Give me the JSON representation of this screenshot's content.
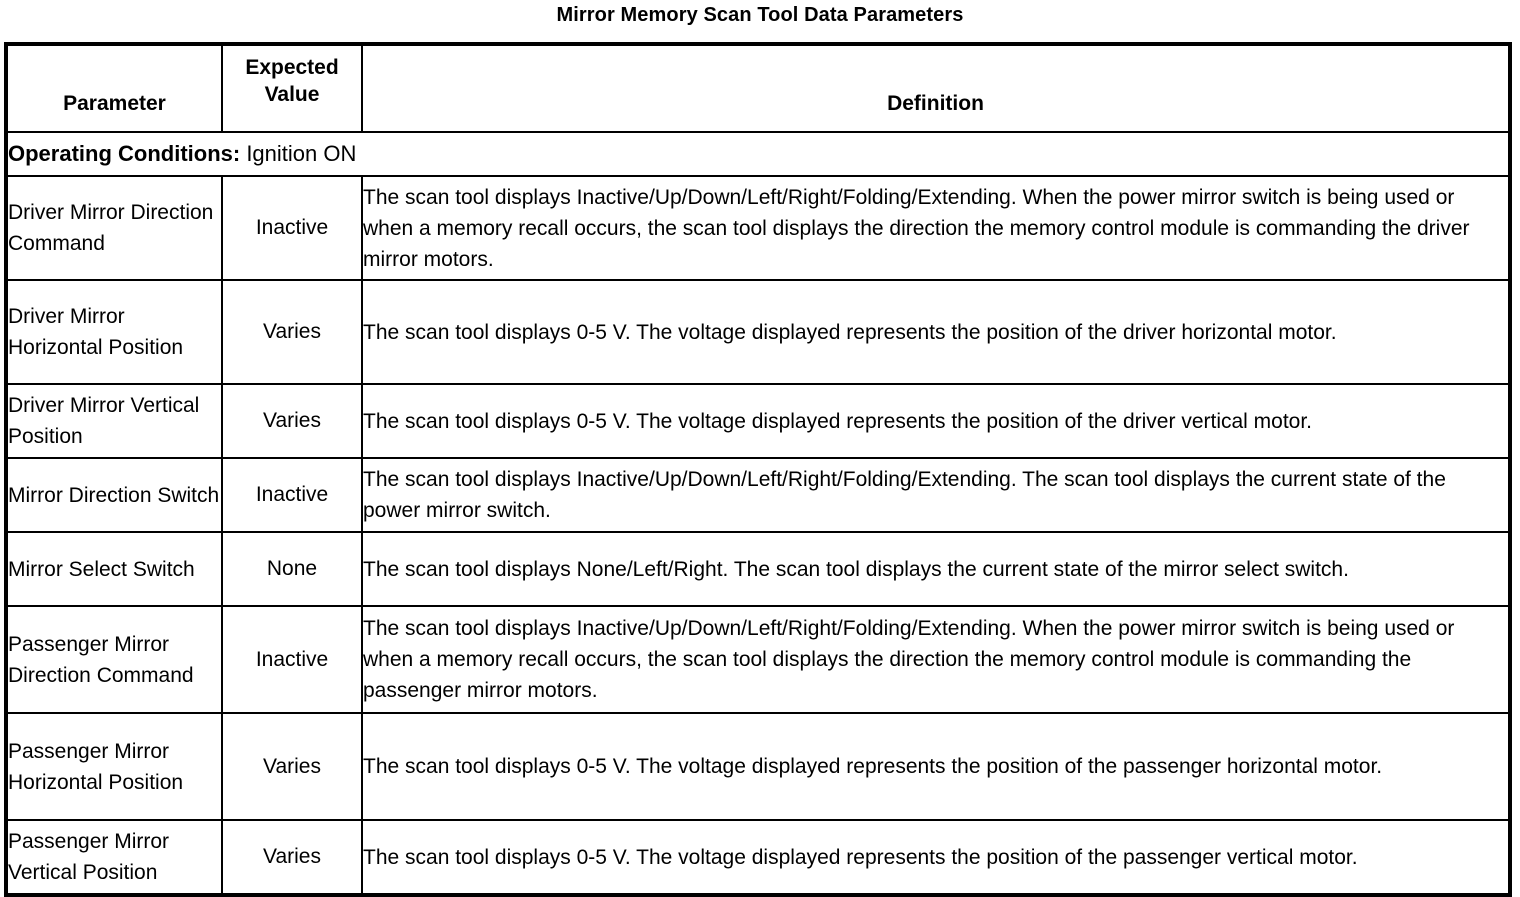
{
  "document": {
    "title": "Mirror Memory Scan Tool Data Parameters"
  },
  "table": {
    "columns": [
      {
        "id": "parameter",
        "header": "Parameter"
      },
      {
        "id": "expected_value",
        "header_line1": "Expected",
        "header_line2": "Value"
      },
      {
        "id": "definition",
        "header": "Definition"
      }
    ],
    "operating_conditions": {
      "label": "Operating Conditions:",
      "value": " Ignition ON"
    },
    "rows": [
      {
        "parameter": "Driver Mirror Direction Command",
        "expected_value": "Inactive",
        "definition": "The scan tool displays Inactive/Up/Down/Left/Right/Folding/Extending. When the power mirror switch is being used or when a memory recall occurs, the scan tool displays the direction the memory control module is commanding the driver mirror motors."
      },
      {
        "parameter": "Driver Mirror Horizontal Position",
        "expected_value": "Varies",
        "definition": "The scan tool displays 0-5 V. The voltage displayed represents the position of the driver horizontal motor."
      },
      {
        "parameter": "Driver Mirror Vertical Position",
        "expected_value": "Varies",
        "definition": "The scan tool displays 0-5 V. The voltage displayed represents the position of the driver vertical motor."
      },
      {
        "parameter": "Mirror Direction Switch",
        "expected_value": "Inactive",
        "definition": "The scan tool displays Inactive/Up/Down/Left/Right/Folding/Extending. The scan tool displays the current state of the power mirror switch."
      },
      {
        "parameter": "Mirror Select Switch",
        "expected_value": "None",
        "definition": "The scan tool displays None/Left/Right. The scan tool displays the current state of the mirror select switch."
      },
      {
        "parameter": "Passenger Mirror Direction Command",
        "expected_value": "Inactive",
        "definition": "The scan tool displays Inactive/Up/Down/Left/Right/Folding/Extending. When the power mirror switch is being used or when a memory recall occurs, the scan tool displays the direction the memory control module is commanding the passenger mirror motors."
      },
      {
        "parameter": "Passenger Mirror Horizontal Position",
        "expected_value": "Varies",
        "definition": "The scan tool displays 0-5 V. The voltage displayed represents the position of the passenger horizontal motor."
      },
      {
        "parameter": "Passenger Mirror Vertical Position",
        "expected_value": "Varies",
        "definition": "The scan tool displays 0-5 V. The voltage displayed represents the position of the passenger vertical motor."
      }
    ]
  },
  "colors": {
    "text": "#000000",
    "background": "#ffffff",
    "border": "#000000"
  }
}
